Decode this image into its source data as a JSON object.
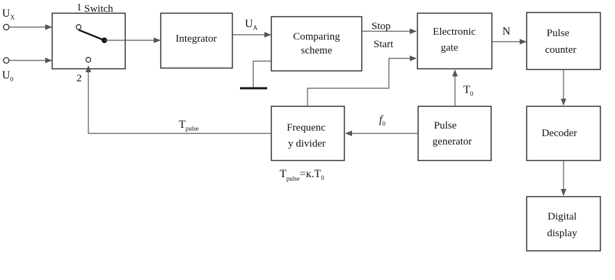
{
  "blocks": {
    "switch": {
      "label": "Switch",
      "pos1": "1",
      "pos2": "2"
    },
    "integrator": {
      "label": "Integrator"
    },
    "comparing": {
      "line1": "Comparing",
      "line2": "scheme"
    },
    "gate": {
      "line1": "Electronic",
      "line2": "gate"
    },
    "counter": {
      "line1": "Pulse",
      "line2": "counter"
    },
    "decoder": {
      "label": "Decoder"
    },
    "display": {
      "line1": "Digital",
      "line2": "display"
    },
    "divider": {
      "line1": "Frequenc",
      "line2": "y divider"
    },
    "generator": {
      "line1": "Pulse",
      "line2": "generator"
    }
  },
  "signals": {
    "ux": {
      "main": "U",
      "sub": "X"
    },
    "u0": {
      "main": "U",
      "sub": "0"
    },
    "ua": {
      "main": "U",
      "sub": "A"
    },
    "stop": "Stop",
    "start": "Start",
    "n": "N",
    "t0": {
      "main": "T",
      "sub": "0"
    },
    "f0": {
      "main": "f",
      "sub": "0"
    },
    "tpulse": {
      "main": "T",
      "sub": "pulse"
    },
    "formula": {
      "main": "T",
      "sub": "pulse",
      "rest": "=к.T",
      "sub2": "0"
    }
  }
}
